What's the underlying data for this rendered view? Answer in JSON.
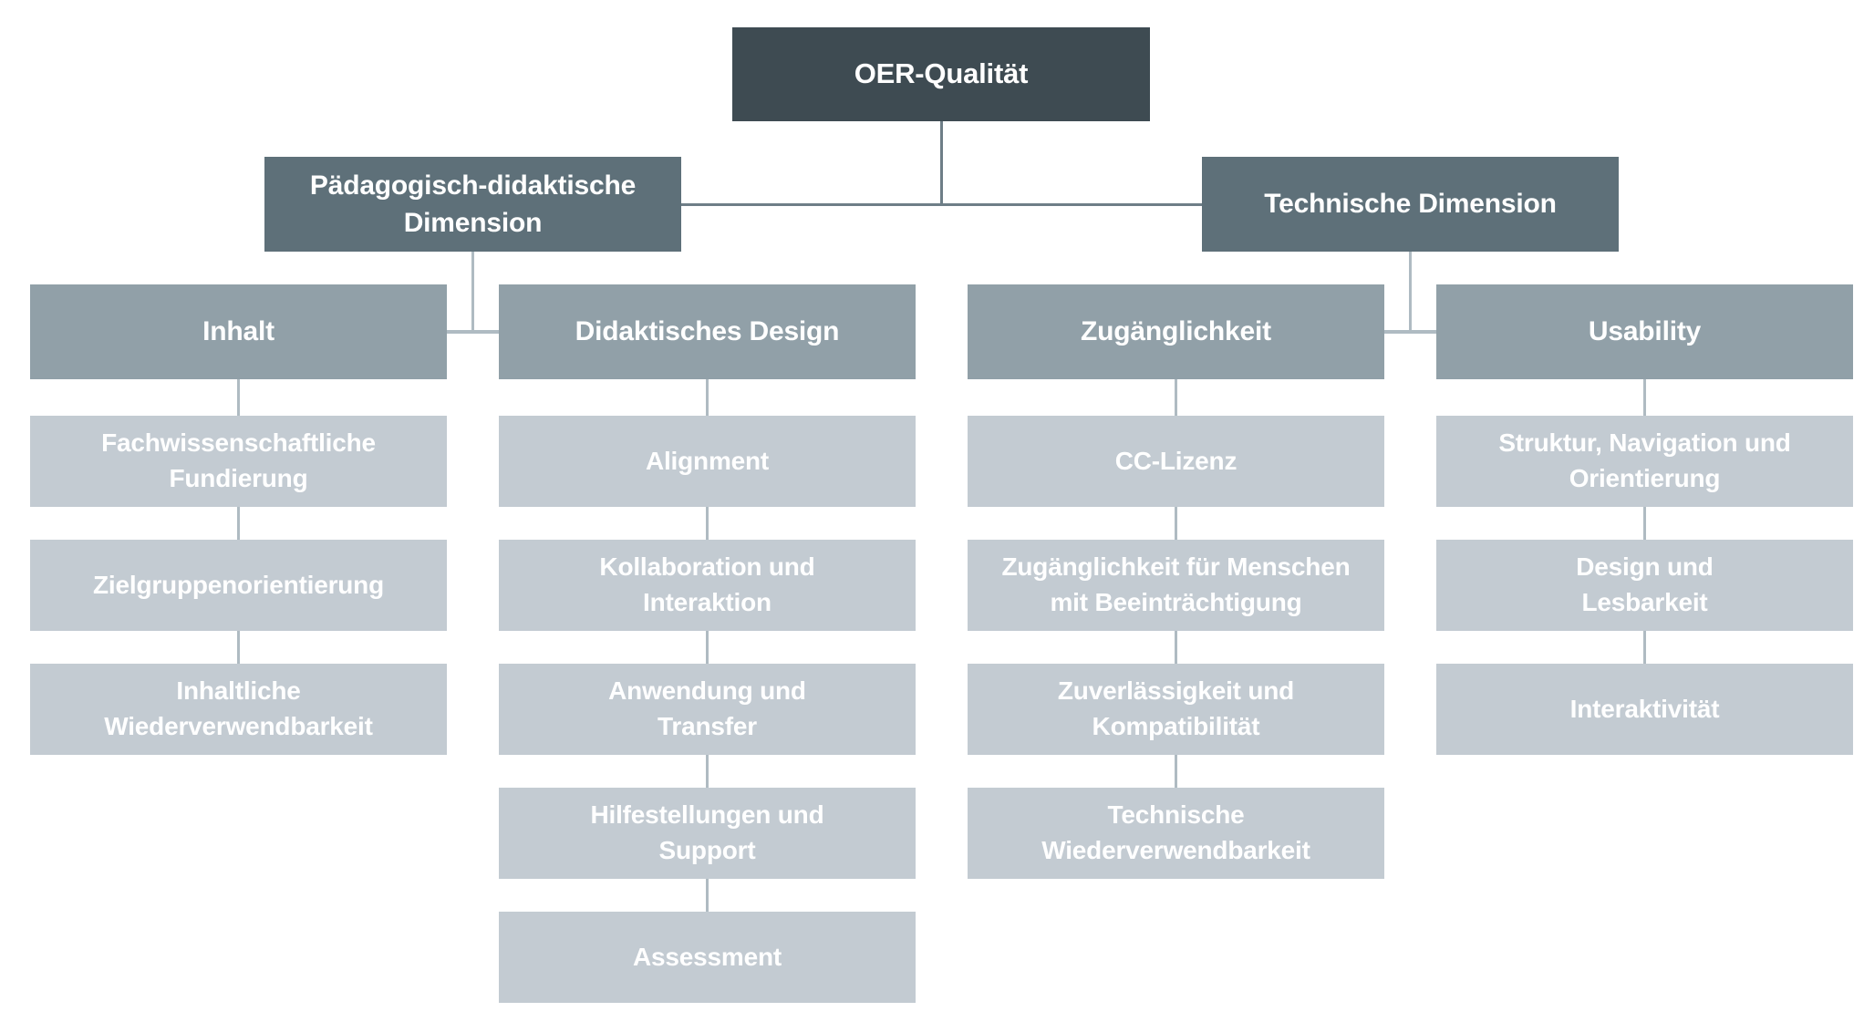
{
  "diagram": {
    "title": "OER-Qualität",
    "root": {
      "label": "OER-Qualität"
    },
    "branches": [
      {
        "label": "Pädagogisch-didaktische\nDimension"
      },
      {
        "label": "Technische Dimension"
      }
    ],
    "columns": [
      {
        "header": "Inhalt",
        "items": [
          "Fachwissenschaftliche\nFundierung",
          "Zielgruppenorientierung",
          "Inhaltliche\nWiederverwendbarkeit"
        ]
      },
      {
        "header": "Didaktisches Design",
        "items": [
          "Alignment",
          "Kollaboration und\nInteraktion",
          "Anwendung und\nTransfer",
          "Hilfestellungen und\nSupport",
          "Assessment"
        ]
      },
      {
        "header": "Zugänglichkeit",
        "items": [
          "CC-Lizenz",
          "Zugänglichkeit für Menschen\nmit Beeinträchtigung",
          "Zuverlässigkeit und\nKompatibilität",
          "Technische\nWiederverwendbarkeit"
        ]
      },
      {
        "header": "Usability",
        "items": [
          "Struktur, Navigation und\nOrientierung",
          "Design und\nLesbarkeit",
          "Interaktivität"
        ]
      }
    ],
    "colors": {
      "root_fill": "#3E4B52",
      "branch_fill": "#5E7079",
      "header_fill": "#91A0A8",
      "item_fill": "#C3CBD2",
      "connector_dark": "#6E7E87",
      "connector_light": "#AFBBC2",
      "text": "#FFFFFF"
    }
  }
}
